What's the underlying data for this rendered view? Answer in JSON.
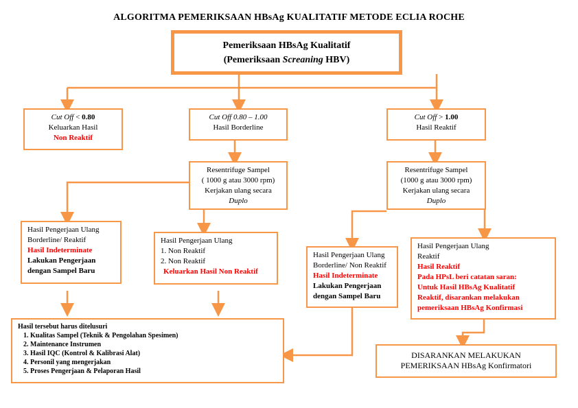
{
  "title": "ALGORITMA PEMERIKSAAN HBsAg KUALITATIF METODE ECLIA ROCHE",
  "main": {
    "line1": "Pemeriksaan HBsAg Kualitatif",
    "line2_pre": "(Pemeriksaan ",
    "line2_it": "Screaning",
    "line2_post": " HBV)"
  },
  "low": {
    "cut": "Cut Off",
    "op": " < ",
    "val": "0.80",
    "l2": "Keluarkan Hasil",
    "l3": "Non Reaktif"
  },
  "mid": {
    "cut": "Cut Off 0.80 – 1.00",
    "l2": "Hasil Borderline"
  },
  "high": {
    "cut": "Cut Off",
    "op": " > ",
    "val": "1.00",
    "l2": "Hasil Reaktif"
  },
  "recent_mid": {
    "l1": "Resentrifuge Sampel",
    "l2": "( 1000 g atau 3000 rpm)",
    "l3": "Kerjakan ulang secara",
    "l4": "Duplo"
  },
  "recent_high": {
    "l1": "Resentrifuge Sampel",
    "l2": "(1000 g atau 3000 rpm)",
    "l3": "Kerjakan ulang secara",
    "l4": "Duplo"
  },
  "res_a": {
    "l1": "Hasil Pengerjaan Ulang",
    "l2": "Borderline/ Reaktif",
    "l3": "Hasil Indeterminate",
    "l4": "Lakukan Pengerjaan",
    "l5": "dengan Sampel Baru"
  },
  "res_b": {
    "l1": "Hasil Pengerjaan Ulang",
    "items": [
      "1.   Non Reaktif",
      "2.   Non Reaktif"
    ],
    "l4": "Keluarkan Hasil Non Reaktif"
  },
  "res_c": {
    "l1": "Hasil Pengerjaan Ulang",
    "l2": "Borderline/ Non Reaktif",
    "l3": "Hasil Indeterminate",
    "l4": "Lakukan Pengerjaan",
    "l5": "dengan Sampel Baru"
  },
  "res_d": {
    "l1": "Hasil Pengerjaan Ulang",
    "l2": "Reaktif",
    "l3": "Hasil Reaktif",
    "l4": "Pada HPsL beri catatan saran:",
    "l5": "Untuk Hasil HBsAg Kualitatif",
    "l6": "Reaktif, disarankan melakukan",
    "l7": "pemeriksaan HBsAg Konfirmasi"
  },
  "trace": {
    "heading": "Hasil tersebut harus ditelusuri",
    "items": [
      "Kualitas Sampel (Teknik & Pengolahan Spesimen)",
      "Maintenance Instrumen",
      "Hasil IQC (Kontrol & Kalibrasi Alat)",
      "Personil yang mengerjakan",
      "Proses Pengerjaan & Pelaporan Hasil"
    ]
  },
  "confirm": {
    "l1": "DISARANKAN MELAKUKAN",
    "l2": "PEMERIKSAAN HBsAg Konfirmatori"
  },
  "colors": {
    "border": "#f79646",
    "red": "#ff0000"
  }
}
